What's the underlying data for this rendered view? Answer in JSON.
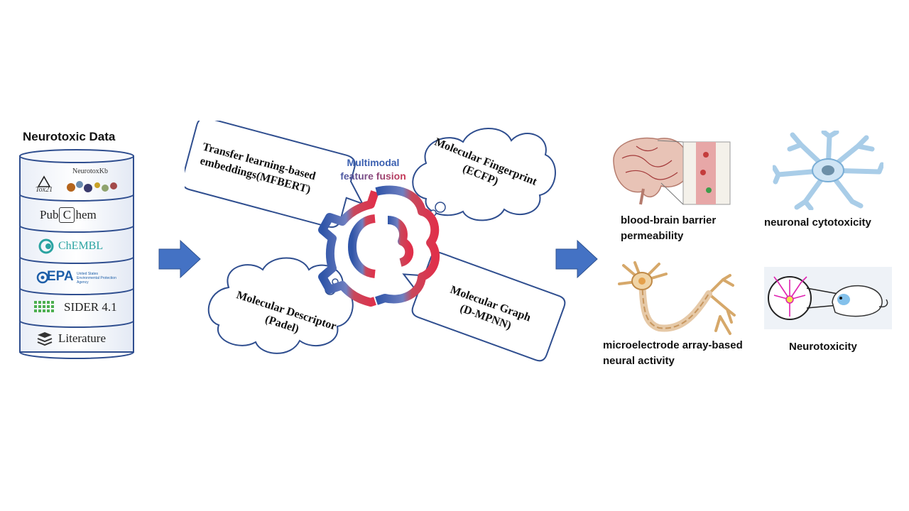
{
  "data_panel": {
    "title": "Neurotoxic Data",
    "tox21_label": "Tox21",
    "neurotoxkb_label": "NeurotoxKb",
    "pubchem_left": "Pub",
    "pubchem_mid": "C",
    "pubchem_right": "hem",
    "chembl_label": "ChEMBL",
    "epa_label": "EPA",
    "epa_sub1": "United States",
    "epa_sub2": "Environmental Protection",
    "epa_sub3": "Agency",
    "sider_label": "SIDER 4.1",
    "literature_label": "Literature"
  },
  "center": {
    "fusion_line1": "Multimodal",
    "fusion_line2": "feature fusion",
    "mfbert_line1": "Transfer learning-based",
    "mfbert_line2": "embeddings(MFBERT)",
    "ecfp_line1": "Molecular Fingerprint",
    "ecfp_line2": "(ECFP)",
    "descriptor_line1": "Molecular Descriptor",
    "descriptor_line2": "(Padel)",
    "graph_line1": "Molecular Graph",
    "graph_line2": "(D-MPNN)"
  },
  "outputs": {
    "bbb_line1": "blood-brain barrier",
    "bbb_line2": "permeability",
    "cytotox": "neuronal cytotoxicity",
    "mea_line1": "microelectrode array-based",
    "mea_line2": "neural activity",
    "neurotox": "Neurotoxicity"
  },
  "colors": {
    "arrow": "#4472C4",
    "bubble_border": "#2F4E8F",
    "fusion_blue": "#3A5FB0",
    "fusion_red": "#D9334A"
  }
}
